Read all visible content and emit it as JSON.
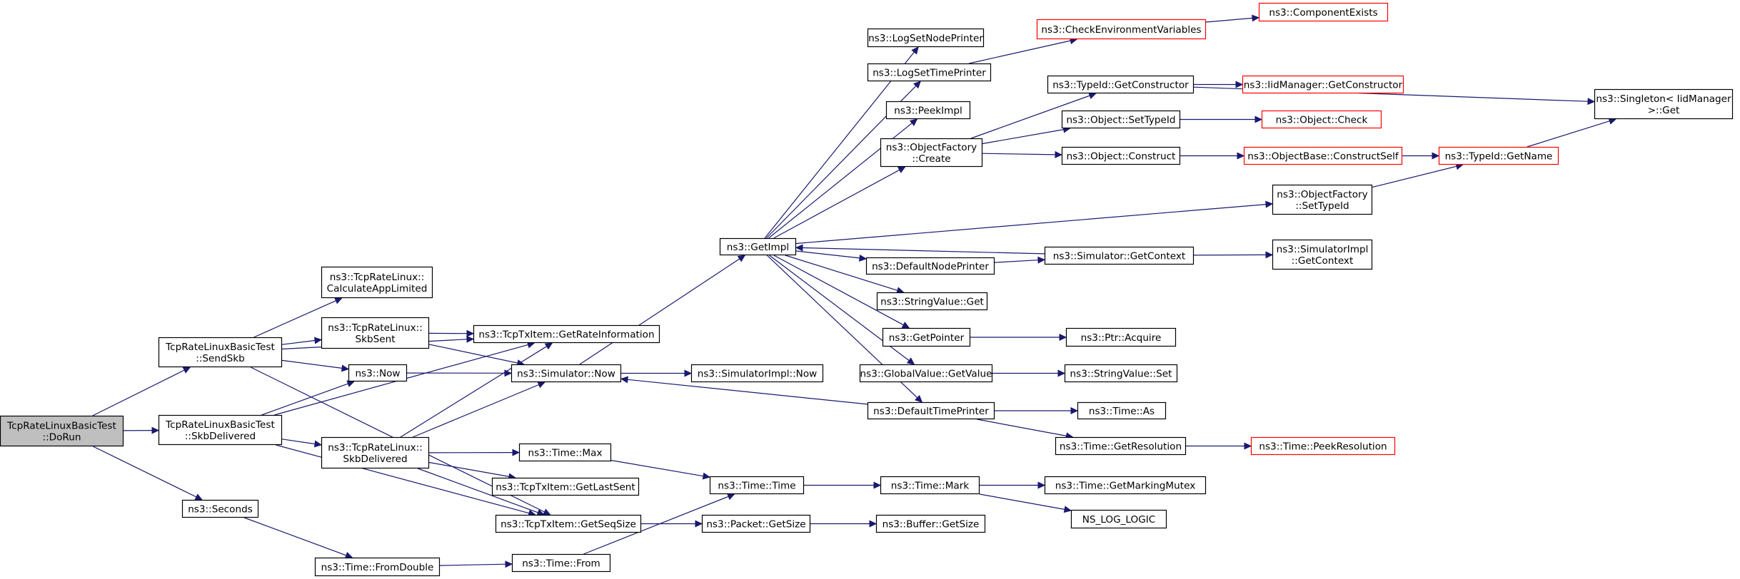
{
  "colors": {
    "edge": "#191970",
    "root_fill": "#bfbfbf",
    "normal_border": "#000000",
    "truncated_border": "#ff0000",
    "background": "#ffffff"
  },
  "nodes": {
    "dorun": {
      "lines": [
        "TcpRateLinuxBasicTest",
        "::DoRun"
      ],
      "style": "root"
    },
    "sendskb": {
      "lines": [
        "TcpRateLinuxBasicTest",
        "::SendSkb"
      ],
      "style": "normal"
    },
    "skbdelivered_test": {
      "lines": [
        "TcpRateLinuxBasicTest",
        "::SkbDelivered"
      ],
      "style": "normal"
    },
    "seconds": {
      "lines": [
        "ns3::Seconds"
      ],
      "style": "normal"
    },
    "calcapp": {
      "lines": [
        "ns3::TcpRateLinux::",
        "CalculateAppLimited"
      ],
      "style": "normal"
    },
    "skbsent": {
      "lines": [
        "ns3::TcpRateLinux::",
        "SkbSent"
      ],
      "style": "normal"
    },
    "now": {
      "lines": [
        "ns3::Now"
      ],
      "style": "normal"
    },
    "skbdelivered_rate": {
      "lines": [
        "ns3::TcpRateLinux::",
        "SkbDelivered"
      ],
      "style": "normal"
    },
    "fromdouble": {
      "lines": [
        "ns3::Time::FromDouble"
      ],
      "style": "normal"
    },
    "getrateinfo": {
      "lines": [
        "ns3::TcpTxItem::GetRateInformation"
      ],
      "style": "normal"
    },
    "simnow": {
      "lines": [
        "ns3::Simulator::Now"
      ],
      "style": "normal"
    },
    "timemax": {
      "lines": [
        "ns3::Time::Max"
      ],
      "style": "normal"
    },
    "getlastsent": {
      "lines": [
        "ns3::TcpTxItem::GetLastSent"
      ],
      "style": "normal"
    },
    "getseqsize": {
      "lines": [
        "ns3::TcpTxItem::GetSeqSize"
      ],
      "style": "normal"
    },
    "timefrom": {
      "lines": [
        "ns3::Time::From"
      ],
      "style": "normal"
    },
    "getimpl": {
      "lines": [
        "ns3::GetImpl"
      ],
      "style": "normal"
    },
    "simimplnow": {
      "lines": [
        "ns3::SimulatorImpl::Now"
      ],
      "style": "normal"
    },
    "timetime": {
      "lines": [
        "ns3::Time::Time"
      ],
      "style": "normal"
    },
    "packetgetsize": {
      "lines": [
        "ns3::Packet::GetSize"
      ],
      "style": "normal"
    },
    "lognodeprinter": {
      "lines": [
        "ns3::LogSetNodePrinter"
      ],
      "style": "normal"
    },
    "logtimeprinter": {
      "lines": [
        "ns3::LogSetTimePrinter"
      ],
      "style": "normal"
    },
    "peekimpl": {
      "lines": [
        "ns3::PeekImpl"
      ],
      "style": "normal"
    },
    "objfactorycreate": {
      "lines": [
        "ns3::ObjectFactory",
        "::Create"
      ],
      "style": "normal"
    },
    "defaultnodeprinter": {
      "lines": [
        "ns3::DefaultNodePrinter"
      ],
      "style": "normal"
    },
    "stringvalueget": {
      "lines": [
        "ns3::StringValue::Get"
      ],
      "style": "normal"
    },
    "getpointer": {
      "lines": [
        "ns3::GetPointer"
      ],
      "style": "normal"
    },
    "globalvalueget": {
      "lines": [
        "ns3::GlobalValue::GetValue"
      ],
      "style": "normal"
    },
    "defaulttimeprinter": {
      "lines": [
        "ns3::DefaultTimePrinter"
      ],
      "style": "normal"
    },
    "timemark": {
      "lines": [
        "ns3::Time::Mark"
      ],
      "style": "normal"
    },
    "buffergetsize": {
      "lines": [
        "ns3::Buffer::GetSize"
      ],
      "style": "normal"
    },
    "checkenv": {
      "lines": [
        "ns3::CheckEnvironmentVariables"
      ],
      "style": "truncated"
    },
    "typeidgetctor": {
      "lines": [
        "ns3::TypeId::GetConstructor"
      ],
      "style": "normal"
    },
    "objsettypeid": {
      "lines": [
        "ns3::Object::SetTypeId"
      ],
      "style": "normal"
    },
    "objconstruct": {
      "lines": [
        "ns3::Object::Construct"
      ],
      "style": "normal"
    },
    "simgetcontext": {
      "lines": [
        "ns3::Simulator::GetContext"
      ],
      "style": "normal"
    },
    "ptracquire": {
      "lines": [
        "ns3::Ptr::Acquire"
      ],
      "style": "normal"
    },
    "stringvalueset": {
      "lines": [
        "ns3::StringValue::Set"
      ],
      "style": "normal"
    },
    "timeas": {
      "lines": [
        "ns3::Time::As"
      ],
      "style": "normal"
    },
    "timegetres": {
      "lines": [
        "ns3::Time::GetResolution"
      ],
      "style": "normal"
    },
    "getmarkingmutex": {
      "lines": [
        "ns3::Time::GetMarkingMutex"
      ],
      "style": "normal"
    },
    "nslog": {
      "lines": [
        "NS_LOG_LOGIC"
      ],
      "style": "normal"
    },
    "componentexists": {
      "lines": [
        "ns3::ComponentExists"
      ],
      "style": "truncated"
    },
    "iidmgrgetctor": {
      "lines": [
        "ns3::IidManager::GetConstructor"
      ],
      "style": "truncated"
    },
    "objcheck": {
      "lines": [
        "ns3::Object::Check"
      ],
      "style": "truncated"
    },
    "objbaseconstruct": {
      "lines": [
        "ns3::ObjectBase::ConstructSelf"
      ],
      "style": "truncated"
    },
    "objfactorysettypeid": {
      "lines": [
        "ns3::ObjectFactory",
        "::SetTypeId"
      ],
      "style": "normal"
    },
    "simimplgetcontext": {
      "lines": [
        "ns3::SimulatorImpl",
        "::GetContext"
      ],
      "style": "normal"
    },
    "timepeekres": {
      "lines": [
        "ns3::Time::PeekResolution"
      ],
      "style": "truncated"
    },
    "singleton": {
      "lines": [
        "ns3::Singleton< IidManager",
        ">::Get"
      ],
      "style": "normal"
    },
    "typeidgetname": {
      "lines": [
        "ns3::TypeId::GetName"
      ],
      "style": "truncated"
    }
  },
  "edges": [
    [
      "dorun",
      "sendskb"
    ],
    [
      "dorun",
      "skbdelivered_test"
    ],
    [
      "dorun",
      "seconds"
    ],
    [
      "sendskb",
      "getrateinfo"
    ],
    [
      "sendskb",
      "calcapp"
    ],
    [
      "sendskb",
      "skbsent"
    ],
    [
      "sendskb",
      "now"
    ],
    [
      "sendskb",
      "getseqsize"
    ],
    [
      "skbdelivered_test",
      "now"
    ],
    [
      "skbdelivered_test",
      "getrateinfo"
    ],
    [
      "skbdelivered_test",
      "skbdelivered_rate"
    ],
    [
      "skbdelivered_test",
      "getseqsize"
    ],
    [
      "seconds",
      "fromdouble"
    ],
    [
      "skbsent",
      "getrateinfo"
    ],
    [
      "skbsent",
      "simnow"
    ],
    [
      "now",
      "simnow"
    ],
    [
      "skbdelivered_rate",
      "getrateinfo"
    ],
    [
      "skbdelivered_rate",
      "simnow"
    ],
    [
      "skbdelivered_rate",
      "timemax"
    ],
    [
      "skbdelivered_rate",
      "getlastsent"
    ],
    [
      "skbdelivered_rate",
      "getseqsize"
    ],
    [
      "fromdouble",
      "timefrom"
    ],
    [
      "simnow",
      "getimpl"
    ],
    [
      "simnow",
      "simimplnow"
    ],
    [
      "timemax",
      "timetime"
    ],
    [
      "getseqsize",
      "packetgetsize"
    ],
    [
      "timefrom",
      "timetime"
    ],
    [
      "getimpl",
      "lognodeprinter"
    ],
    [
      "getimpl",
      "logtimeprinter"
    ],
    [
      "getimpl",
      "peekimpl"
    ],
    [
      "getimpl",
      "objfactorycreate"
    ],
    [
      "getimpl",
      "objfactorysettypeid"
    ],
    [
      "getimpl",
      "defaultnodeprinter"
    ],
    [
      "getimpl",
      "stringvalueget"
    ],
    [
      "getimpl",
      "getpointer"
    ],
    [
      "getimpl",
      "globalvalueget"
    ],
    [
      "getimpl",
      "defaulttimeprinter"
    ],
    [
      "simgetcontext",
      "getimpl"
    ],
    [
      "defaulttimeprinter",
      "simnow"
    ],
    [
      "timetime",
      "timemark"
    ],
    [
      "packetgetsize",
      "buffergetsize"
    ],
    [
      "logtimeprinter",
      "checkenv"
    ],
    [
      "checkenv",
      "componentexists"
    ],
    [
      "objfactorycreate",
      "typeidgetctor"
    ],
    [
      "objfactorycreate",
      "objsettypeid"
    ],
    [
      "objfactorycreate",
      "objconstruct"
    ],
    [
      "defaultnodeprinter",
      "simgetcontext"
    ],
    [
      "getpointer",
      "ptracquire"
    ],
    [
      "globalvalueget",
      "stringvalueset"
    ],
    [
      "defaulttimeprinter",
      "timeas"
    ],
    [
      "defaulttimeprinter",
      "timegetres"
    ],
    [
      "timemark",
      "getmarkingmutex"
    ],
    [
      "timemark",
      "nslog"
    ],
    [
      "typeidgetctor",
      "iidmgrgetctor"
    ],
    [
      "typeidgetctor",
      "singleton"
    ],
    [
      "objsettypeid",
      "objcheck"
    ],
    [
      "objconstruct",
      "objbaseconstruct"
    ],
    [
      "objbaseconstruct",
      "typeidgetname"
    ],
    [
      "simgetcontext",
      "simimplgetcontext"
    ],
    [
      "timegetres",
      "timepeekres"
    ],
    [
      "objfactorysettypeid",
      "typeidgetname"
    ],
    [
      "typeidgetname",
      "singleton"
    ]
  ]
}
